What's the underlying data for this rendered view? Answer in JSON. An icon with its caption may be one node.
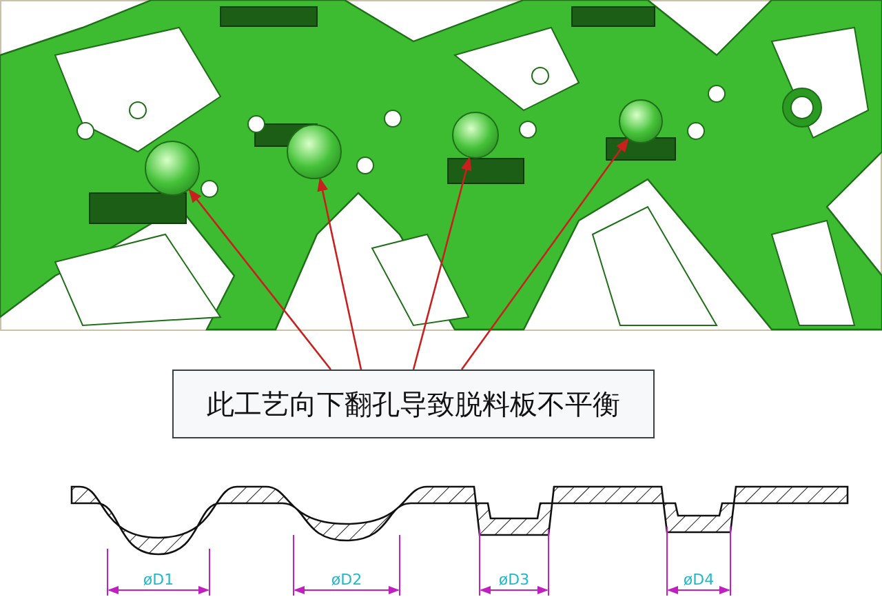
{
  "diagram": {
    "nodes": [
      {
        "text": [
          "此工艺向下翻孔导致脱料板不平衡"
        ]
      },
      {
        "text": [],
        "shape": "circle"
      },
      {
        "text": [],
        "shape": "circle"
      },
      {
        "text": [],
        "shape": "circle"
      },
      {
        "text": [],
        "shape": "circle"
      }
    ],
    "edges": [
      {
        "from": 0,
        "to": 1,
        "arrow": "to"
      },
      {
        "from": 0,
        "to": 2,
        "arrow": "to"
      },
      {
        "from": 0,
        "to": 3,
        "arrow": "to"
      },
      {
        "from": 0,
        "to": 4,
        "arrow": "to"
      }
    ],
    "labels": [
      "øD1",
      "øD2",
      "øD3",
      "øD4"
    ]
  }
}
